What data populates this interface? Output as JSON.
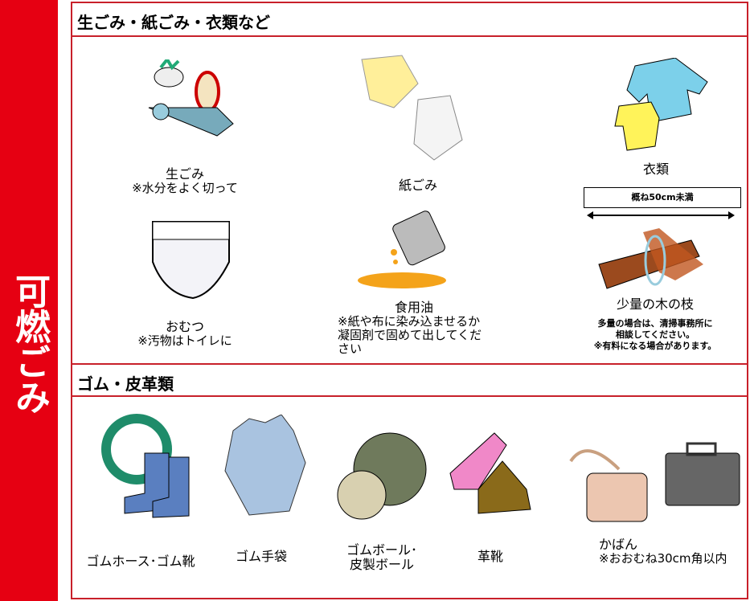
{
  "sidebar": {
    "title": "可燃ごみ",
    "color": "#e60012"
  },
  "section1": {
    "title": "生ごみ・紙ごみ・衣類など",
    "items": [
      {
        "label": "生ごみ",
        "note": "※水分をよく切って"
      },
      {
        "label": "紙ごみ"
      },
      {
        "label": "衣類"
      },
      {
        "label": "おむつ",
        "note": "※汚物はトイレに"
      },
      {
        "label": "食用油",
        "note": "※紙や布に染み込ませるか凝固剤で固めて出してください"
      },
      {
        "label": "少量の木の枝",
        "size": "概ね50cm未満",
        "note1": "多量の場合は、清掃事務所に",
        "note2": "相談してください。",
        "note3": "※有料になる場合があります。"
      }
    ]
  },
  "section2": {
    "title": "ゴム・皮革類",
    "items": [
      {
        "label": "ゴムホース･ゴム靴"
      },
      {
        "label": "ゴム手袋"
      },
      {
        "label": "ゴムボール･",
        "label2": "皮製ボール"
      },
      {
        "label": "革靴"
      },
      {
        "label": "かばん",
        "note": "※おおむね30cm角以内"
      }
    ]
  }
}
